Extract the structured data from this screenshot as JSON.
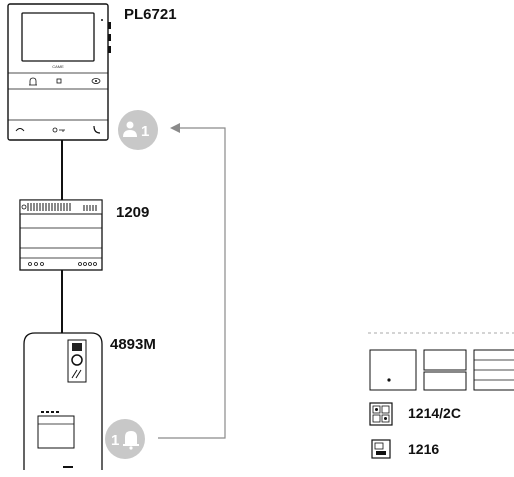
{
  "devices": {
    "monitor": {
      "model": "PL6721",
      "screen_brand": "CAME"
    },
    "power_supply": {
      "model": "1209"
    },
    "entrance_panel": {
      "model": "4893M"
    }
  },
  "badges": {
    "user": {
      "number": "1",
      "icon": "person-icon"
    },
    "call": {
      "number": "1",
      "icon": "bell-icon"
    }
  },
  "legend": {
    "items": [
      {
        "model": "1214/2C",
        "icon": "junction-box-icon"
      },
      {
        "model": "1216",
        "icon": "module-icon"
      }
    ]
  },
  "colors": {
    "line": "#111111",
    "badge": "#c8c8c8",
    "connector": "#8a8a8a"
  }
}
